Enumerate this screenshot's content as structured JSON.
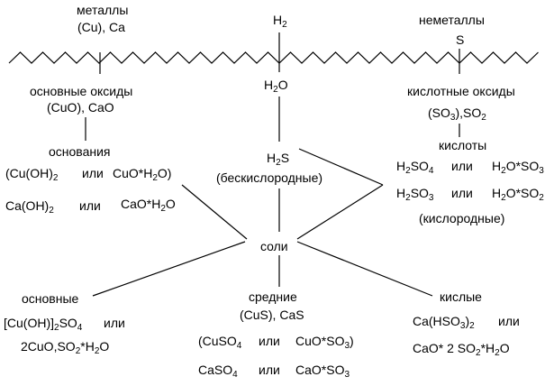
{
  "top": {
    "metals_title": "металлы",
    "metals_examples": "(Cu), Ca",
    "hydrogen": "H<sub>2</sub>",
    "nonmetals_title": "неметаллы",
    "sulfur": "S"
  },
  "row2": {
    "basic_oxides_title": "основные оксиды",
    "basic_oxides_examples": "(CuO), CaO",
    "water": "H<sub>2</sub>O",
    "acidic_oxides_title": "кислотные оксиды",
    "acidic_oxides_examples": "(SO<sub>3</sub>),SO<sub>2</sub>"
  },
  "bases": {
    "title": "основания",
    "row1_formula": "(Cu(OH)<sub>2</sub>",
    "row1_or": "или",
    "row1_alt": "CuO*H<sub>2</sub>O)",
    "row2_formula": "Ca(OH)<sub>2</sub>",
    "row2_or": "или",
    "row2_alt": "CaO*H<sub>2</sub>O"
  },
  "h2s": {
    "formula": "H<sub>2</sub>S",
    "note": "(бескислородные)"
  },
  "acids": {
    "title": "кислоты",
    "row1_formula": "H<sub>2</sub>SO<sub>4</sub>",
    "row1_or": "или",
    "row1_alt": "H<sub>2</sub>O*SO<sub>3</sub>",
    "row2_formula": "H<sub>2</sub>SO<sub>3</sub>",
    "row2_or": "или",
    "row2_alt": "H<sub>2</sub>O*SO<sub>2</sub>",
    "note": "(кислородные)"
  },
  "salts": {
    "title": "соли",
    "basic_title": "основные",
    "basic_row1": "[Cu(OH)]<sub>2</sub>SO<sub>4</sub>",
    "basic_row1_or": "или",
    "basic_row2": "2CuO,SO<sub>2</sub>*H<sub>2</sub>O",
    "medium_title": "средние",
    "medium_examples": "(CuS), CaS",
    "medium_row1_formula": "(CuSO<sub>4</sub>",
    "medium_row1_or": "или",
    "medium_row1_alt": "CuO*SO<sub>3</sub>)",
    "medium_row2_formula": "CaSO<sub>4</sub>",
    "medium_row2_or": "или",
    "medium_row2_alt": "CaO*SO<sub>3</sub>",
    "acidic_title": "кислые",
    "acidic_row1_formula": "Ca(HSO<sub>3</sub>)<sub>2</sub>",
    "acidic_row1_or": "или",
    "acidic_row2": "CaO* 2 SO<sub>2</sub>*H<sub>2</sub>O"
  }
}
